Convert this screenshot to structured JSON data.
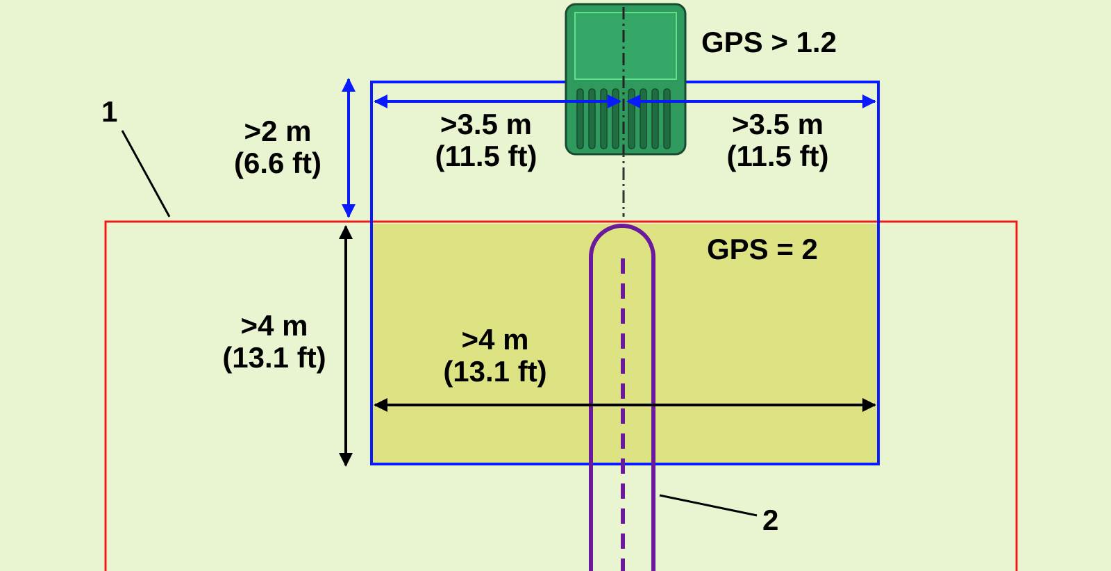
{
  "labels": {
    "gps_high": "GPS > 1.2",
    "gps_zone": "GPS = 2",
    "depth_upper": {
      "metric": ">2 m",
      "imperial": "(6.6 ft)"
    },
    "width_left": {
      "metric": ">3.5 m",
      "imperial": "(11.5 ft)"
    },
    "width_right": {
      "metric": ">3.5 m",
      "imperial": "(11.5 ft)"
    },
    "depth_lower": {
      "metric": ">4 m",
      "imperial": "(13.1 ft)"
    },
    "width_lower": {
      "metric": ">4 m",
      "imperial": "(13.1 ft)"
    },
    "callout_1": "1",
    "callout_2": "2"
  },
  "colors": {
    "background": "#e8f5d0",
    "zone_fill": "#dde383",
    "blue_frame": "#0a1aff",
    "red_boundary": "#f01a1a",
    "path": "#6a1a9a",
    "machine": "#2e9a5e",
    "machine_dark": "#1f6e42"
  }
}
